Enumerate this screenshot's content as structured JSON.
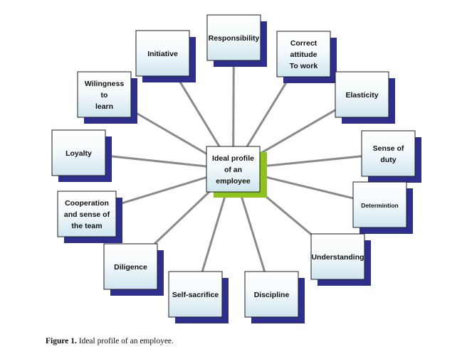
{
  "diagram": {
    "center": {
      "lines": [
        "Ideal profile",
        "of an",
        "employee"
      ],
      "shadow_color": "#8dc21f"
    },
    "nodes": [
      {
        "id": "responsibility",
        "lines": [
          "Responsibility"
        ]
      },
      {
        "id": "correct-attitude",
        "lines": [
          "Correct",
          "attitude",
          "To work"
        ]
      },
      {
        "id": "elasticity",
        "lines": [
          "Elasticity"
        ]
      },
      {
        "id": "sense-of-duty",
        "lines": [
          "Sense of",
          "duty"
        ]
      },
      {
        "id": "determination",
        "lines": [
          "Determintion"
        ]
      },
      {
        "id": "understanding",
        "lines": [
          "Understanding"
        ]
      },
      {
        "id": "discipline",
        "lines": [
          "Discipline"
        ]
      },
      {
        "id": "self-sacrifice",
        "lines": [
          "Self-sacrifice"
        ]
      },
      {
        "id": "diligence",
        "lines": [
          "Diligence"
        ]
      },
      {
        "id": "cooperation",
        "lines": [
          "Cooperation",
          "and sense of",
          "the team"
        ]
      },
      {
        "id": "loyalty",
        "lines": [
          "Loyalty"
        ]
      },
      {
        "id": "willingness",
        "lines": [
          "Wilingness",
          "to",
          "learn"
        ]
      },
      {
        "id": "initiative",
        "lines": [
          "Initiative"
        ]
      }
    ],
    "colors": {
      "node_shadow": "#2e2e8c",
      "node_fill_top": "#ffffff",
      "node_fill_bottom": "#cfe5ee",
      "connector": "#8a8a8a"
    }
  },
  "caption": {
    "label": "Figure 1.",
    "text": "Ideal profile of an employee."
  }
}
